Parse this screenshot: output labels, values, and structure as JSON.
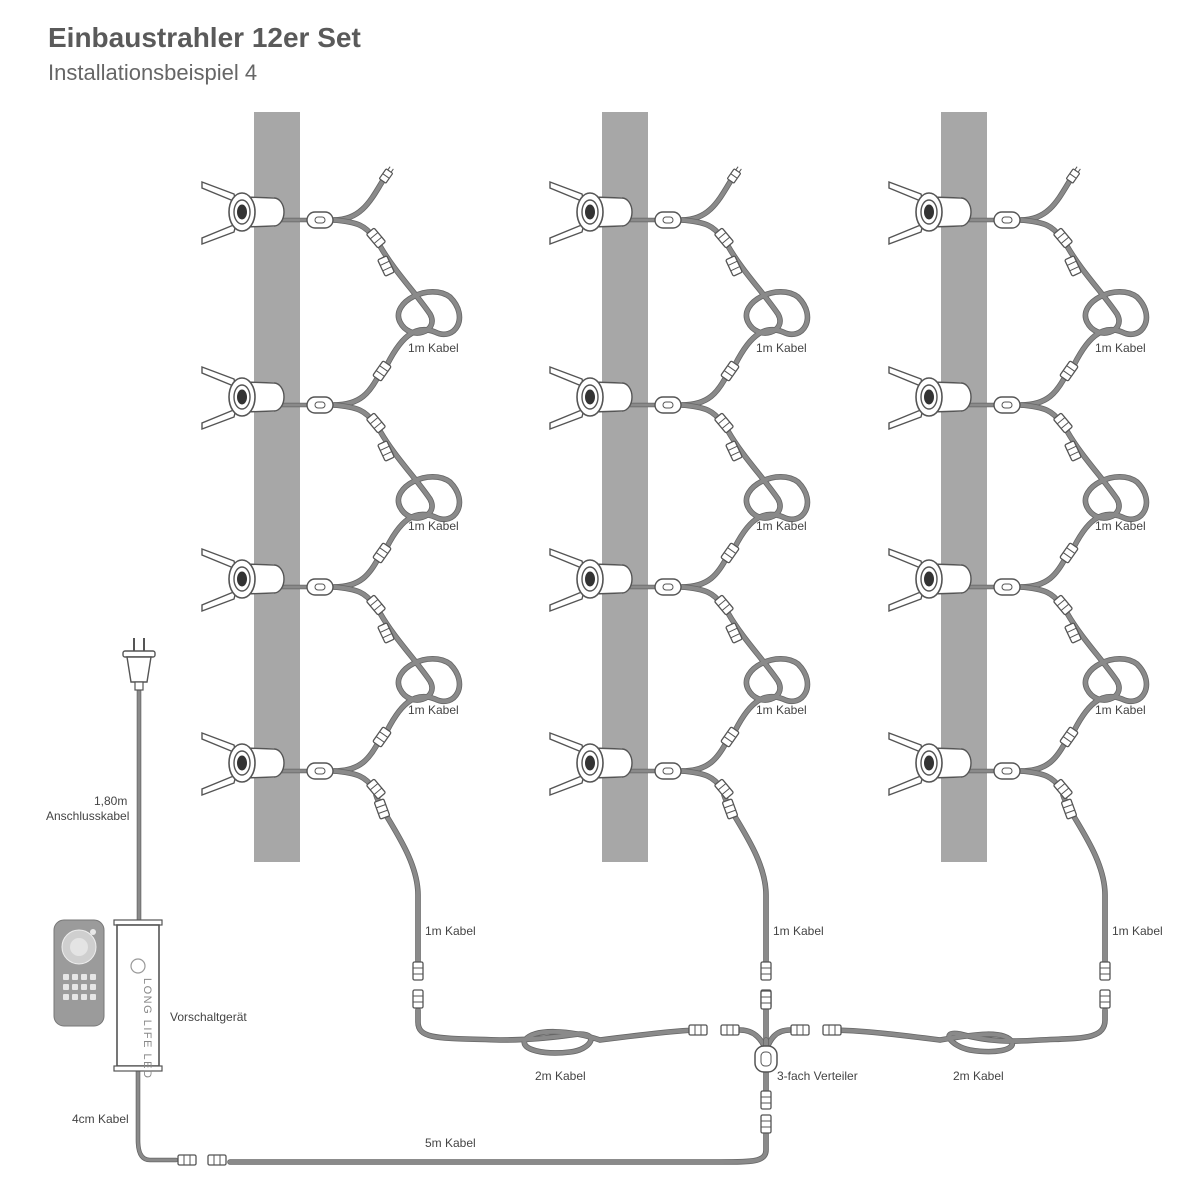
{
  "title": "Einbaustrahler 12er Set",
  "subtitle": "Installationsbeispiel 4",
  "labels": {
    "cable_1m": "1m Kabel",
    "cable_2m": "2m Kabel",
    "cable_5m": "5m Kabel",
    "cable_4cm": "4cm Kabel",
    "connection_length": "1,80m",
    "connection_cable": "Anschlusskabel",
    "driver": "Vorschaltgerät",
    "splitter": "3-fach Verteiler",
    "brand": "LONG LIFE LED"
  },
  "colors": {
    "beam": "#a7a7a7",
    "cable": "#8a8a8a",
    "line": "#555555"
  }
}
